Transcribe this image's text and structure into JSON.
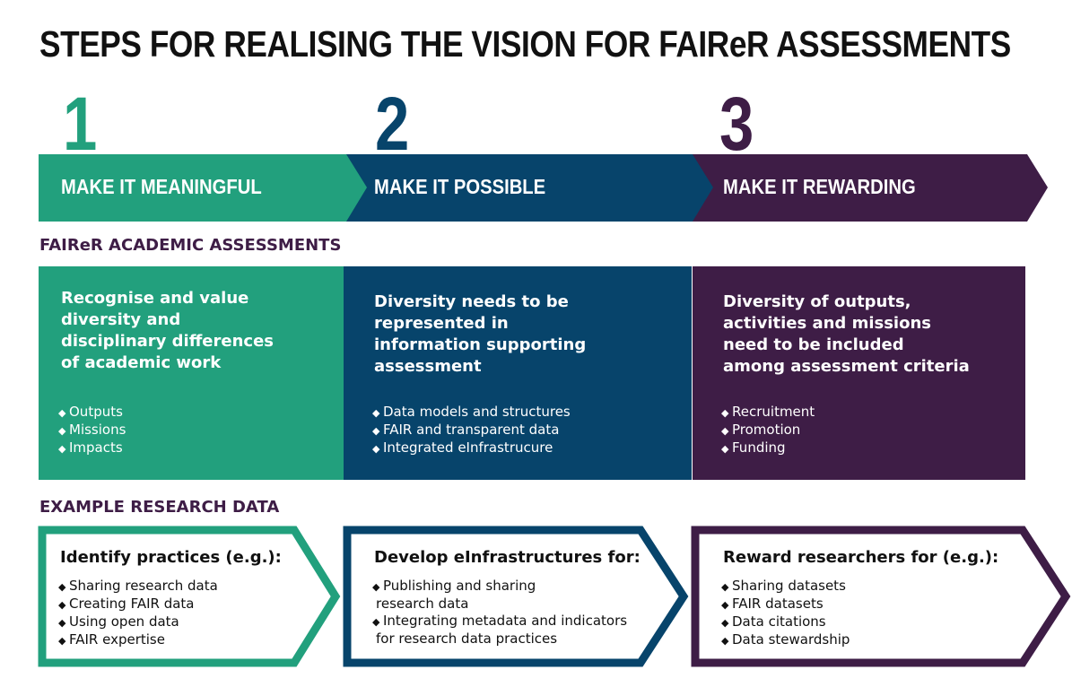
{
  "title": "STEPS FOR REALISING THE VISION FOR FAIReR ASSESSMENTS",
  "colors": {
    "teal": "#22a07d",
    "navy": "#07446b",
    "purple": "#3e1d46"
  },
  "steps": [
    {
      "number": "1",
      "label": "MAKE IT MEANINGFUL"
    },
    {
      "number": "2",
      "label": "MAKE IT POSSIBLE"
    },
    {
      "number": "3",
      "label": "MAKE IT REWARDING"
    }
  ],
  "assessments": {
    "heading": "FAIReR ACADEMIC ASSESSMENTS",
    "panels": [
      {
        "heading_lines": [
          "Recognise and value",
          "diversity and",
          "disciplinary differences",
          "of academic work"
        ],
        "bullets": [
          "Outputs",
          "Missions",
          "Impacts"
        ]
      },
      {
        "heading_lines": [
          "Diversity needs to be",
          "represented in",
          "information supporting",
          "assessment"
        ],
        "bullets": [
          "Data models and structures",
          "FAIR and transparent data",
          "Integrated eInfrastrucure"
        ]
      },
      {
        "heading_lines": [
          "Diversity of outputs,",
          "activities and missions",
          "need to be included",
          "among assessment criteria"
        ],
        "bullets": [
          "Recruitment",
          "Promotion",
          "Funding"
        ]
      }
    ]
  },
  "examples": {
    "heading": "EXAMPLE RESEARCH DATA",
    "boxes": [
      {
        "heading": "Identify practices (e.g.):",
        "items": [
          [
            "Sharing research data"
          ],
          [
            "Creating FAIR data"
          ],
          [
            "Using open data"
          ],
          [
            "FAIR expertise"
          ]
        ]
      },
      {
        "heading": "Develop eInfrastructures for:",
        "items": [
          [
            "Publishing and sharing",
            "research data"
          ],
          [
            "Integrating metadata and indicators",
            "for research data practices"
          ]
        ]
      },
      {
        "heading": "Reward researchers for (e.g.):",
        "items": [
          [
            "Sharing datasets"
          ],
          [
            "FAIR datasets"
          ],
          [
            "Data citations"
          ],
          [
            "Data stewardship"
          ]
        ]
      }
    ]
  }
}
